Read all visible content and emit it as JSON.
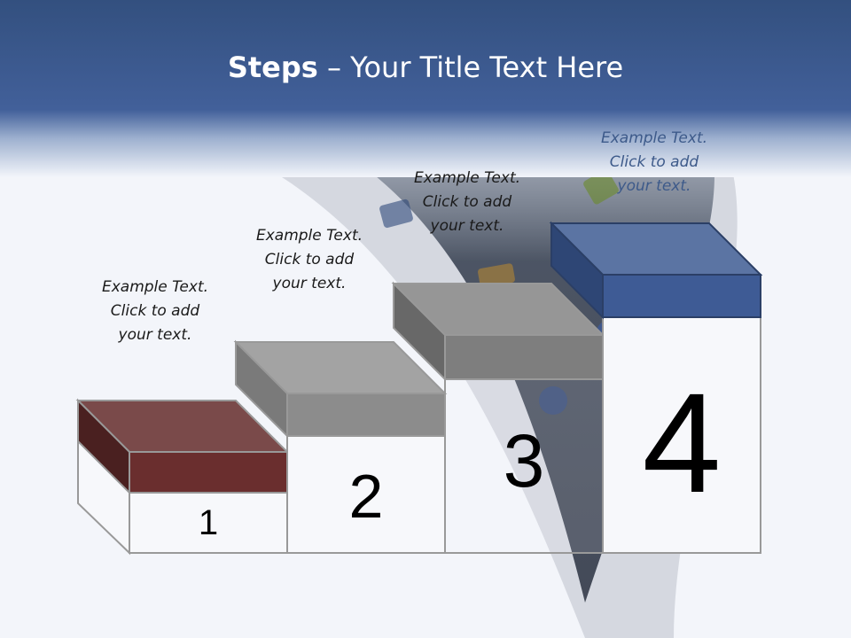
{
  "title": {
    "bold": "Steps",
    "rest": " – Your Title Text Here"
  },
  "steps": [
    {
      "number": "1",
      "caption": [
        "Example Text.",
        "Click  to add",
        "your text."
      ],
      "top_color": "#7a4a4a",
      "front_color": "#6a2e2e",
      "side_color": "#4a2020"
    },
    {
      "number": "2",
      "caption": [
        "Example Text.",
        "Click  to add",
        "your text."
      ],
      "top_color": "#a3a3a3",
      "front_color": "#8c8c8c",
      "side_color": "#7a7a7a"
    },
    {
      "number": "3",
      "caption": [
        "Example Text.",
        "Click  to add",
        "your text."
      ],
      "top_color": "#969696",
      "front_color": "#7e7e7e",
      "side_color": "#686868"
    },
    {
      "number": "4",
      "caption": [
        "Example Text.",
        "Click  to add",
        "your text."
      ],
      "top_color": "#5b74a3",
      "front_color": "#3e5b95",
      "side_color": "#2e4675"
    }
  ],
  "colors": {
    "header": "#3b5a8e",
    "background": "#f3f5fa"
  }
}
